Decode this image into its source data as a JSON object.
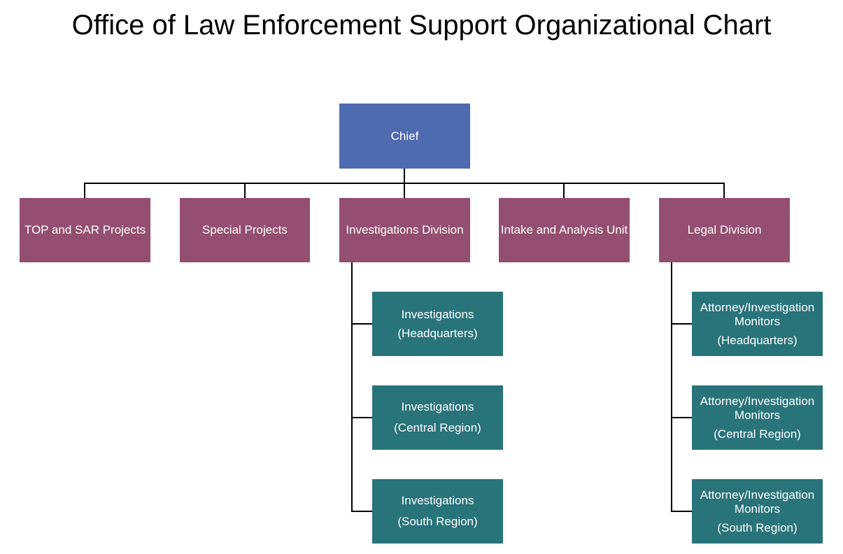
{
  "title": "Office of Law Enforcement Support Organizational Chart",
  "colors": {
    "chief": "#4f6bb0",
    "division": "#944f70",
    "unit": "#29737a",
    "line": "#000000"
  },
  "chief": {
    "label": "Chief"
  },
  "divisions": [
    {
      "label": "TOP and SAR Projects"
    },
    {
      "label": "Special Projects"
    },
    {
      "label": "Investigations Division"
    },
    {
      "label": "Intake and Analysis Unit"
    },
    {
      "label": "Legal Division"
    }
  ],
  "investigations_units": [
    {
      "label": "Investigations",
      "sub": "(Headquarters)"
    },
    {
      "label": "Investigations",
      "sub": "(Central Region)"
    },
    {
      "label": "Investigations",
      "sub": "(South Region)"
    }
  ],
  "legal_units": [
    {
      "label": "Attorney/Investigation Monitors",
      "sub": "(Headquarters)"
    },
    {
      "label": "Attorney/Investigation Monitors",
      "sub": "(Central Region)"
    },
    {
      "label": "Attorney/Investigation Monitors",
      "sub": "(South Region)"
    }
  ]
}
